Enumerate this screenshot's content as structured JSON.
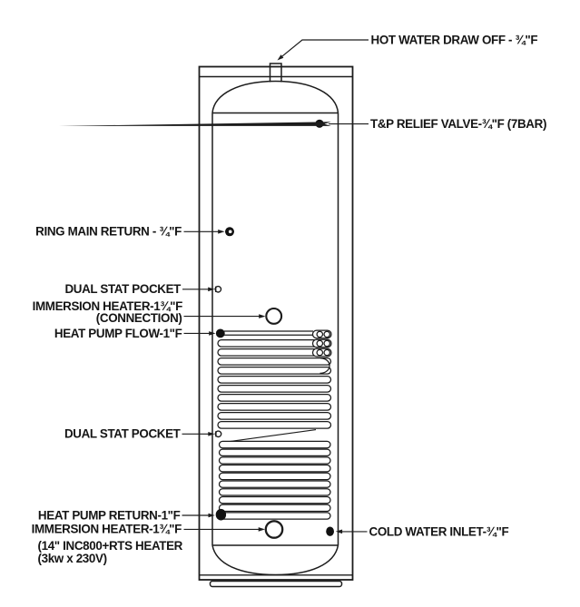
{
  "title": "Hot water cylinder connection diagram",
  "colors": {
    "line": "#1c1c1c",
    "background": "#ffffff",
    "text": "#151515",
    "port_fill": "#111111"
  },
  "labels": {
    "hot_water_draw_off": "HOT WATER DRAW OFF - ¾\"F",
    "tp_relief_valve": "T&P RELIEF VALVE-¾\"F (7BAR)",
    "ring_main_return": "RING MAIN RETURN - ¾\"F",
    "dual_stat_pocket_upper": "DUAL STAT POCKET",
    "immersion_heater_top_line1": "IMMERSION HEATER-1¾\"F",
    "immersion_heater_top_line2": "(CONNECTION)",
    "heat_pump_flow": "HEAT PUMP FLOW-1\"F",
    "dual_stat_pocket_lower": "DUAL STAT POCKET",
    "heat_pump_return": "HEAT PUMP RETURN-1\"F",
    "immersion_heater_bottom_line1": "IMMERSION HEATER-1¾\"F",
    "immersion_heater_bottom_line2": "(14\" INC800+RTS HEATER",
    "immersion_heater_bottom_line3": "(3kw x 230V)",
    "cold_water_inlet": "COLD WATER INLET-¾\"F"
  },
  "coil": {
    "upper_turns": 10,
    "lower_turns": 10
  }
}
